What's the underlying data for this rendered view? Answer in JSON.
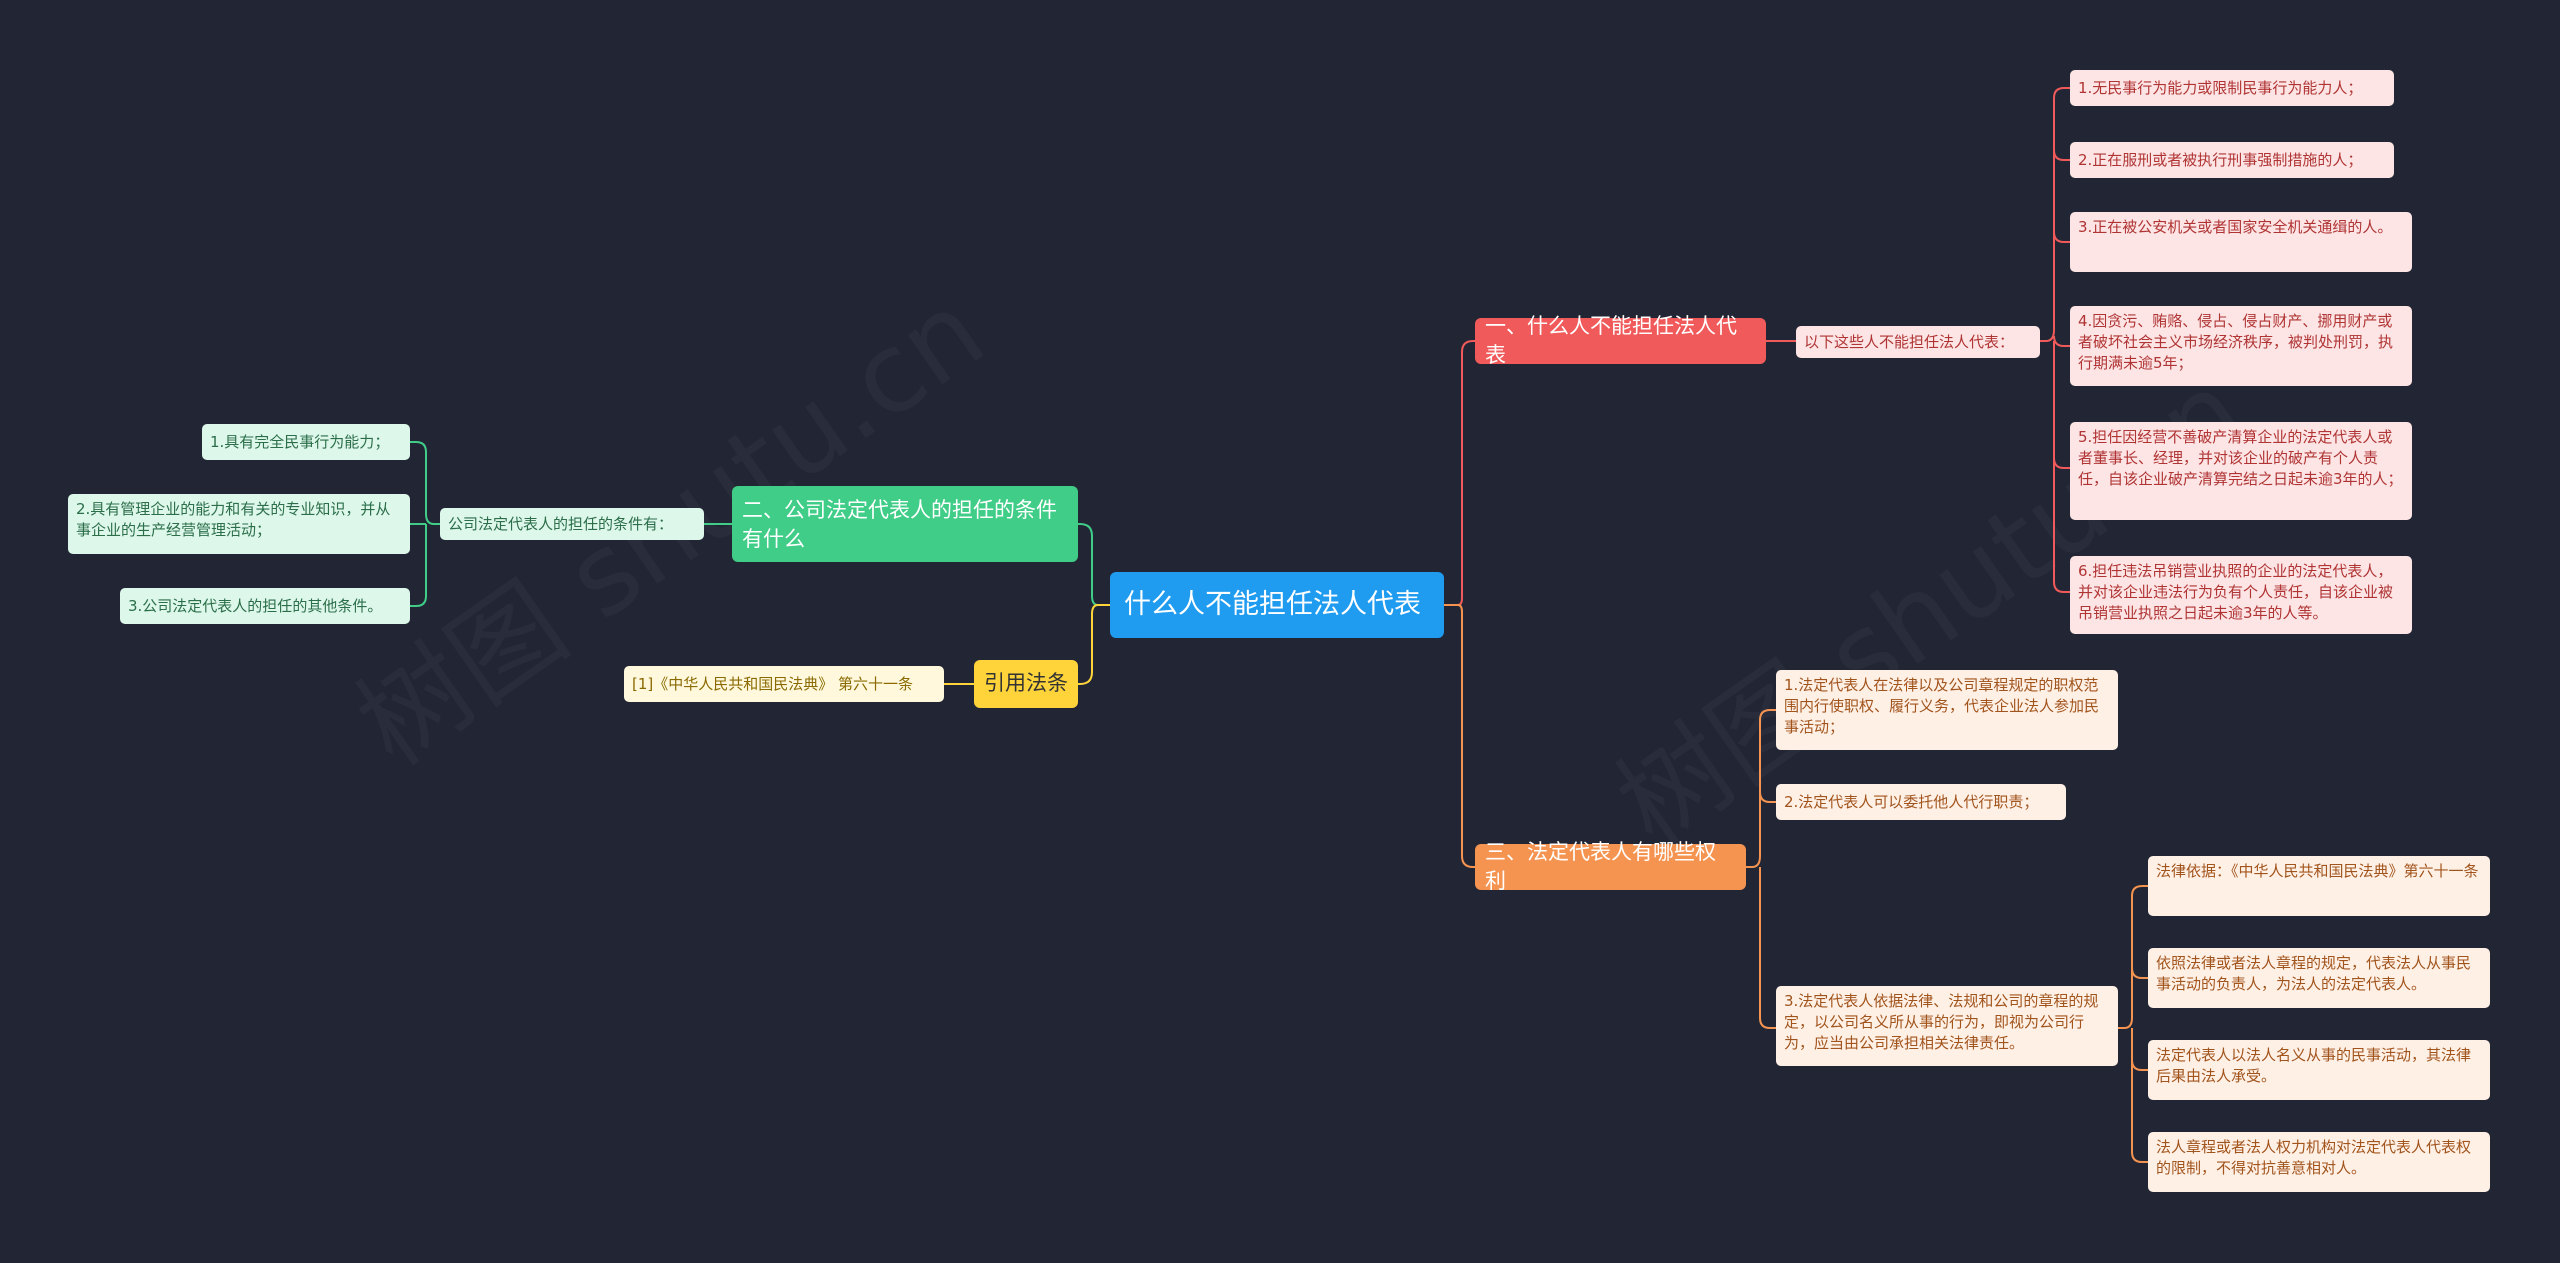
{
  "root": "什么人不能担任法人代表",
  "branch1": {
    "label": "一、什么人不能担任法人代表",
    "sub": "以下这些人不能担任法人代表：",
    "items": [
      "1.无民事行为能力或限制民事行为能力人；",
      "2.正在服刑或者被执行刑事强制措施的人；",
      "3.正在被公安机关或者国家安全机关通缉的人。",
      "4.因贪污、贿赂、侵占、侵占财产、挪用财产或者破坏社会主义市场经济秩序，被判处刑罚，执行期满未逾5年；",
      "5.担任因经营不善破产清算企业的法定代表人或者董事长、经理，并对该企业的破产有个人责任，自该企业破产清算完结之日起未逾3年的人；",
      "6.担任违法吊销营业执照的企业的法定代表人，并对该企业违法行为负有个人责任，自该企业被吊销营业执照之日起未逾3年的人等。"
    ]
  },
  "branch3": {
    "label": "三、法定代表人有哪些权利",
    "items": [
      "1.法定代表人在法律以及公司章程规定的职权范围内行使职权、履行义务，代表企业法人参加民事活动；",
      "2.法定代表人可以委托他人代行职责；",
      "3.法定代表人依据法律、法规和公司的章程的规定，以公司名义所从事的行为，即视为公司行为，应当由公司承担相关法律责任。"
    ],
    "sub_items": [
      "法律依据：《中华人民共和国民法典》第六十一条",
      "依照法律或者法人章程的规定，代表法人从事民事活动的负责人，为法人的法定代表人。",
      "法定代表人以法人名义从事的民事活动，其法律后果由法人承受。",
      "法人章程或者法人权力机构对法定代表人代表权的限制，不得对抗善意相对人。"
    ]
  },
  "branch2": {
    "label": "二、公司法定代表人的担任的条件有什么",
    "sub": "公司法定代表人的担任的条件有：",
    "items": [
      "1.具有完全民事行为能力；",
      "2.具有管理企业的能力和有关的专业知识，并从事企业的生产经营管理活动；",
      "3.公司法定代表人的担任的其他条件。"
    ]
  },
  "branch4": {
    "label": "引用法条",
    "items": [
      "[1]《中华人民共和国民法典》 第六十一条"
    ]
  },
  "colors": {
    "background": "#222634",
    "root": "#1f9bf0",
    "branch_red": "#f05a5a",
    "branch_orange": "#f59451",
    "branch_green": "#3fcd87",
    "branch_yellow": "#ffd43a"
  }
}
